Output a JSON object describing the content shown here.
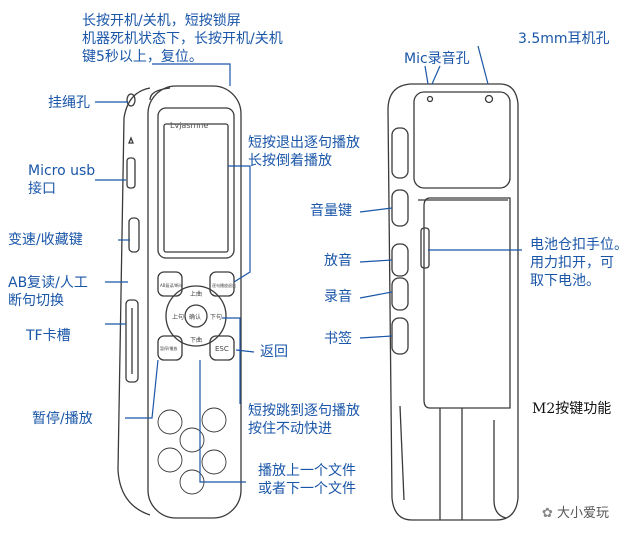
{
  "labels": {
    "power": "长按开机/关机，短按锁屏\n机器死机状态下，长按开机/关机\n键5秒以上，复位。",
    "lanyard": "挂绳孔",
    "usb": "Micro usb\n接口",
    "speed": "变速/收藏键",
    "ab": "AB复读/人工\n断句切换",
    "tf": "TF卡槽",
    "pause": "暂停/播放",
    "exit": "短按退出逐句播放\n长按倒着播放",
    "back": "返回",
    "jump": "短按跳到逐句播放\n按住不动快进",
    "prevnext": "播放上一个文件\n或者下一个文件",
    "mic": "Mic录音孔",
    "earphone": "3.5mm耳机孔",
    "volume": "音量键",
    "play": "放音",
    "record": "录音",
    "bookmark": "书签",
    "battery": "电池仓扣手位。\n用力扣开，可\n取下电池。"
  },
  "caption": "M2按键功能",
  "watermark": "大小爱玩",
  "device": {
    "brand": "Lvjasmne",
    "buttons": {
      "ab": "AB复读/断句",
      "exit_sentence": "逐句播放退出",
      "up": "上曲",
      "down": "下曲",
      "left": "上句",
      "right": "下句",
      "ok": "确认",
      "pause": "暂停/播放",
      "esc": "ESC",
      "speed": "变速"
    }
  },
  "colors": {
    "label": "#1a56a8",
    "line": "#1a56a8",
    "device": "#3a3a3a"
  }
}
